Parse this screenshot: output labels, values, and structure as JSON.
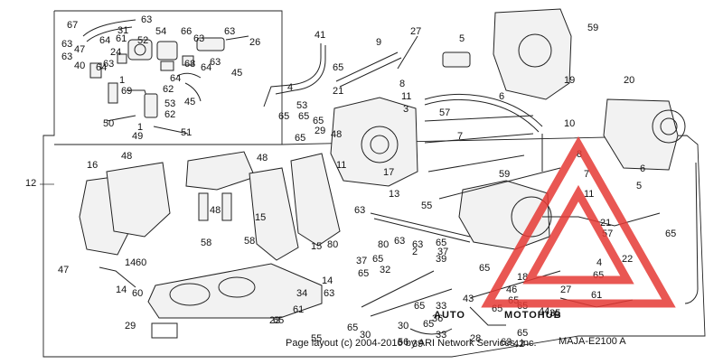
{
  "diagram": {
    "code": "MAJA-E2100 A",
    "copyright": "Page layout (c) 2004-2016 by ARI Network Services, Inc.",
    "watermark": {
      "part_a": "AUTO",
      "part_b": "MOTOHUB",
      "colors": {
        "triangle": "#e53935",
        "a": "#f0a33a",
        "b": "#3c3c3c"
      }
    },
    "callouts": [
      "67",
      "63",
      "31",
      "63",
      "47",
      "64",
      "24",
      "52",
      "54",
      "63",
      "40",
      "64",
      "66",
      "63",
      "63",
      "26",
      "61",
      "63",
      "68",
      "64",
      "63",
      "45",
      "64",
      "45",
      "1",
      "69",
      "62",
      "53",
      "62",
      "50",
      "1",
      "49",
      "51",
      "41",
      "65",
      "9",
      "27",
      "5",
      "59",
      "8",
      "11",
      "19",
      "20",
      "4",
      "65",
      "65",
      "21",
      "53",
      "65",
      "29",
      "65",
      "48",
      "57",
      "7",
      "6",
      "10",
      "3",
      "11",
      "17",
      "55",
      "13",
      "59",
      "6",
      "8",
      "7",
      "5",
      "11",
      "12",
      "16",
      "48",
      "48",
      "48",
      "58",
      "15",
      "58",
      "15",
      "80",
      "80",
      "63",
      "63",
      "63",
      "2",
      "39",
      "37",
      "65",
      "47",
      "14",
      "60",
      "14",
      "60",
      "34",
      "14",
      "63",
      "37",
      "65",
      "32",
      "65",
      "21",
      "57",
      "4",
      "65",
      "65",
      "65",
      "18",
      "27",
      "29",
      "22",
      "43",
      "65",
      "61",
      "30",
      "33",
      "36",
      "65",
      "65",
      "65",
      "46",
      "44",
      "65",
      "65",
      "35",
      "23",
      "61",
      "65",
      "30",
      "55",
      "56",
      "39",
      "33",
      "28",
      "63",
      "65",
      "42",
      "65",
      "65",
      "63"
    ]
  }
}
